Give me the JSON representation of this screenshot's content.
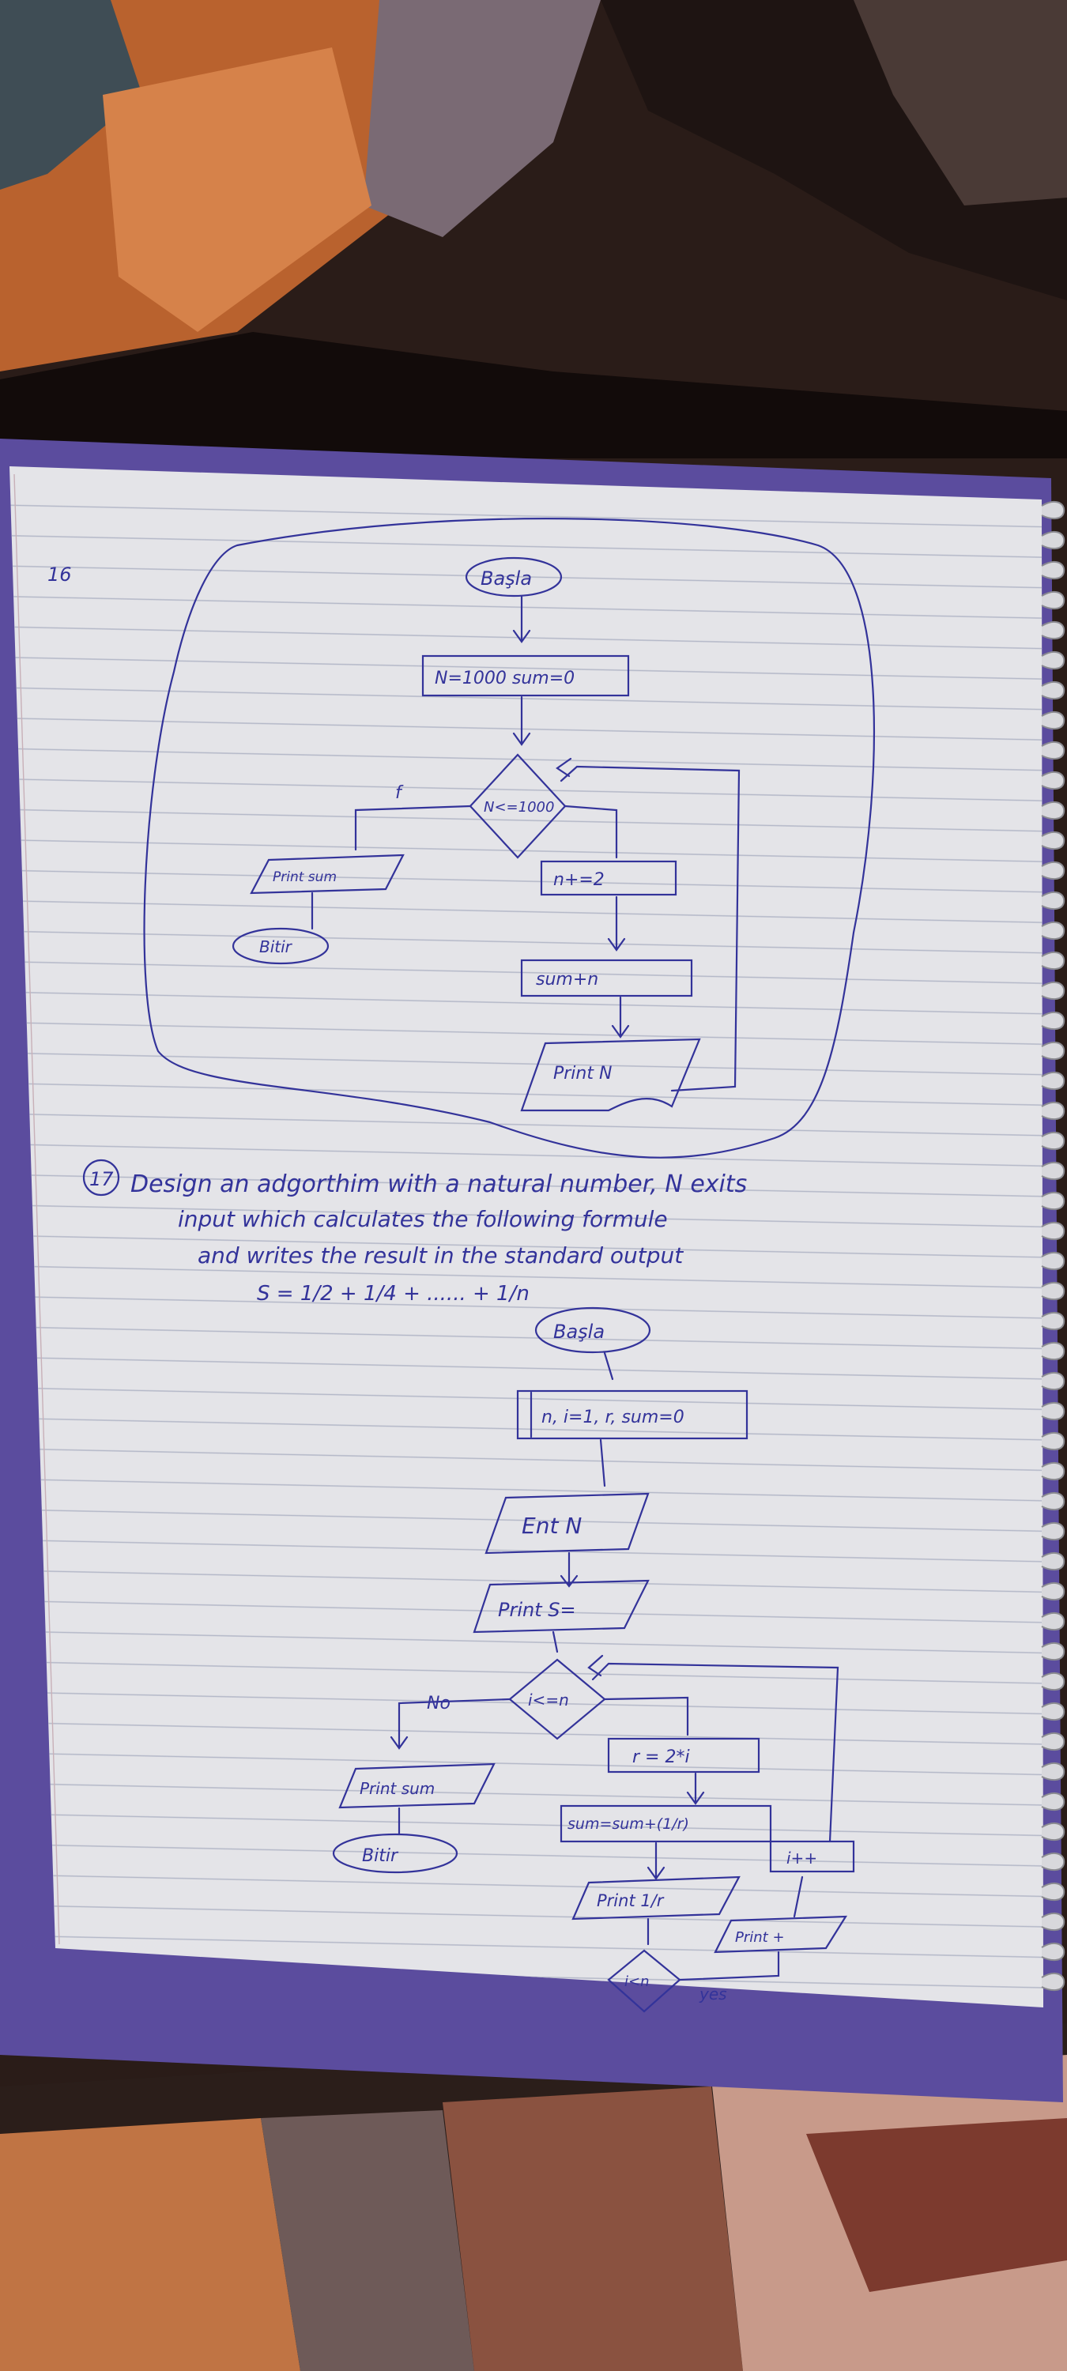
{
  "page": {
    "number": "16",
    "q16": {
      "start": "Başla",
      "init": "N=1000  sum=0",
      "condition": "N<=1000",
      "false_label": "f",
      "print_sum": "Print sum",
      "end": "Bitir",
      "step": "n+=2",
      "accumulate": "sum+n",
      "print_n": "Print N"
    },
    "q17": {
      "number": "17",
      "question_lines": [
        "Design an adgorthim with a natural number, N exits",
        "input which  calculates  the following formule",
        "and   writes the result in the standard output"
      ],
      "formula": "S = 1/2 + 1/4 + ...... + 1/n",
      "start": "Başla",
      "init": "n, i=1, r, sum=0",
      "input": "Ent N",
      "print_s": "Print S=",
      "condition": "i<=n",
      "no_label": "No",
      "compute": "r = 2*i",
      "print_sum": "Print sum",
      "end": "Bitir",
      "accumulate": "sum=sum+(1/r)",
      "increment": "i++",
      "print_r": "Print 1/r",
      "print_plus": "Print +",
      "check": "i<n",
      "yes_label": "yes"
    }
  },
  "colors": {
    "ink": "#33339a",
    "paper": "#e4e4e8",
    "rule_line": "#b4b8c8",
    "margin_line": "#c8b0b8",
    "notebook_cover": "#5b4c9e",
    "blanket_dark": "#1c1210"
  }
}
